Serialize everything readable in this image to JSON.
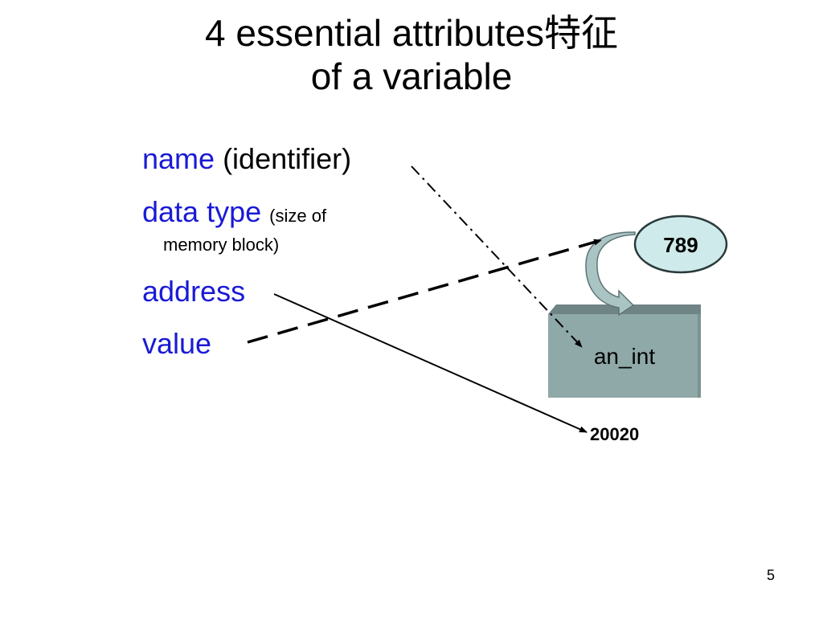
{
  "title": {
    "line1": "4 essential attributes特征",
    "line2": "of a variable"
  },
  "attributes": {
    "name_kw": "name",
    "name_rest": " (identifier)",
    "datatype_kw": "data type",
    "datatype_note1": "(size of",
    "datatype_note2": "memory block)",
    "address_kw": "address",
    "value_kw": "value"
  },
  "diagram": {
    "value_bubble": "789",
    "variable_name": "an_int",
    "address_value": "20020"
  },
  "page_number": "5",
  "colors": {
    "accent": "#1a1ad6",
    "box_fill": "#8fa8a8",
    "box_top": "#6f8484",
    "bubble_fill": "#cfeaea",
    "curved_arrow_fill": "#aac4c4"
  }
}
